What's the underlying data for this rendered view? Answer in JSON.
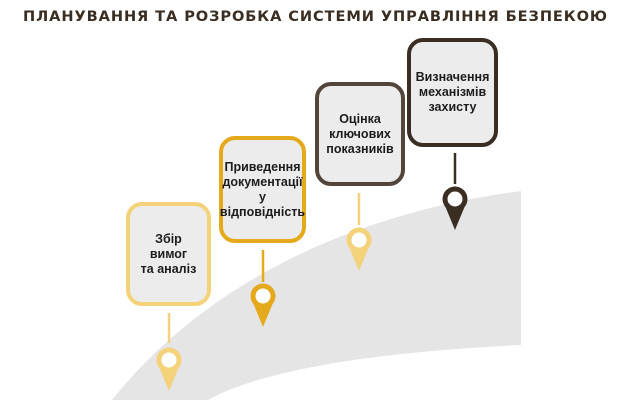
{
  "title": "ПЛАНУВАННЯ ТА РОЗРОБКА СИСТЕМИ УПРАВЛІННЯ БЕЗПЕКОЮ",
  "colors": {
    "title_text": "#3a2d22",
    "road": "#e5e5e5",
    "box_fill": "#ececec",
    "step1": "#f3d27a",
    "step2": "#e5a91c",
    "step3": "#54453a",
    "step4": "#3a2d22"
  },
  "steps": [
    {
      "label": "Збір вимог\nта аналіз",
      "color": "#f3d27a",
      "icon": "map-pin-icon"
    },
    {
      "label": "Приведення\nдокументації\nу\nвідповідність",
      "color": "#e5a91c",
      "icon": "map-pin-icon"
    },
    {
      "label": "Оцінка\nключових\nпоказників",
      "color": "#54453a",
      "icon": "map-pin-icon"
    },
    {
      "label": "Визначення\nмеханізмів\nзахисту",
      "color": "#3a2d22",
      "icon": "map-pin-icon"
    }
  ]
}
